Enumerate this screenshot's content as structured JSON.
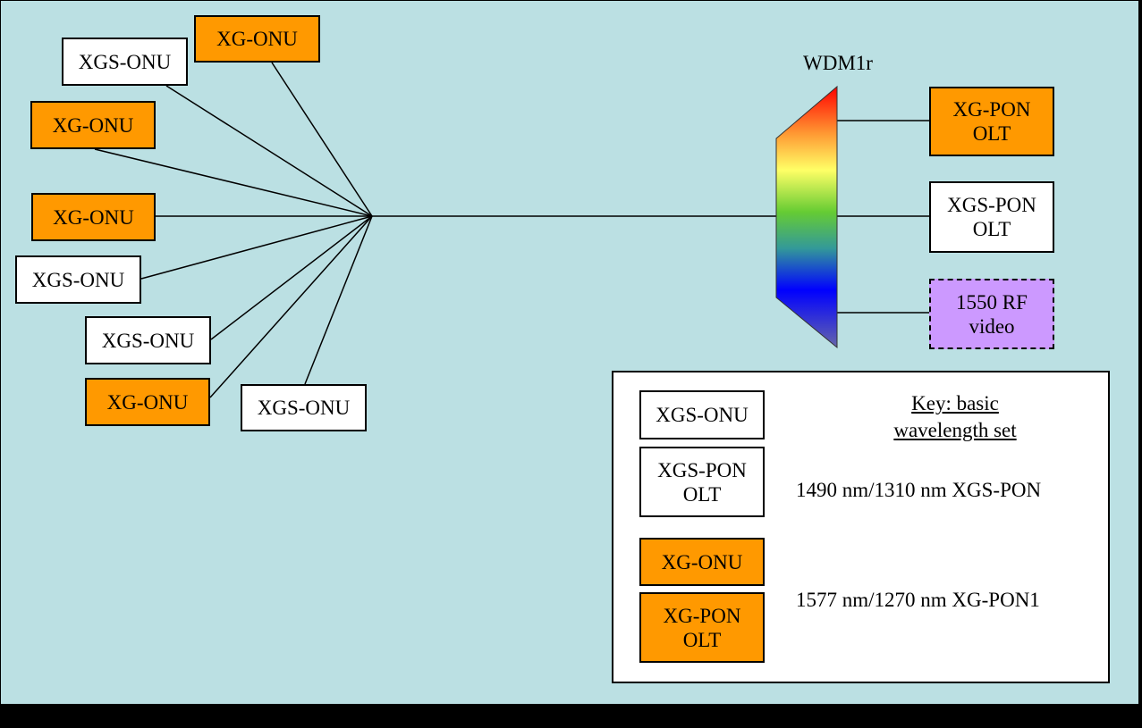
{
  "diagram": {
    "wdm_label": "WDM1r",
    "onus": [
      {
        "label": "XGS-ONU",
        "kind": "xgs"
      },
      {
        "label": "XG-ONU",
        "kind": "xg"
      },
      {
        "label": "XG-ONU",
        "kind": "xg"
      },
      {
        "label": "XG-ONU",
        "kind": "xg"
      },
      {
        "label": "XGS-ONU",
        "kind": "xgs"
      },
      {
        "label": "XGS-ONU",
        "kind": "xgs"
      },
      {
        "label": "XG-ONU",
        "kind": "xg"
      },
      {
        "label": "XGS-ONU",
        "kind": "xgs"
      }
    ],
    "olts": [
      {
        "label": "XG-PON\nOLT",
        "kind": "xg"
      },
      {
        "label": "XGS-PON\nOLT",
        "kind": "xgs"
      },
      {
        "label": "1550 RF\nvideo",
        "kind": "video"
      }
    ],
    "key": {
      "title": "Key: basic\nwavelength set",
      "xgs_onu": "XGS-ONU",
      "xgs_olt": "XGS-PON\nOLT",
      "xgs_desc": "1490 nm/1310 nm XGS-PON",
      "xg_onu": "XG-ONU",
      "xg_olt": "XG-PON\nOLT",
      "xg_desc": "1577 nm/1270 nm XG-PON1"
    },
    "colors": {
      "background": "#BBE0E3",
      "xg": "#FF9900",
      "xgs": "#FFFFFF",
      "video": "#CC99FF",
      "frame": "#000000"
    }
  }
}
